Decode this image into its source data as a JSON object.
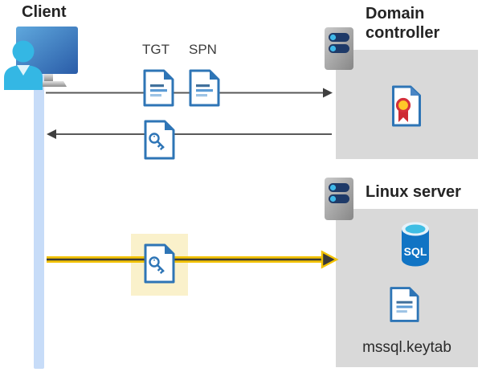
{
  "client": {
    "label": "Client"
  },
  "tgt": {
    "label": "TGT"
  },
  "spn": {
    "label": "SPN"
  },
  "domain_controller": {
    "line1": "Domain",
    "line2": "controller"
  },
  "linux_server": {
    "label": "Linux server"
  },
  "sql": {
    "label": "SQL"
  },
  "keytab": {
    "label": "mssql.keytab"
  },
  "icons": {
    "client": "user-at-computer-icon",
    "domain_controller": "server-tower-icon",
    "linux_server": "server-tower-icon",
    "tgt": "document-icon",
    "spn": "document-icon",
    "service_ticket": "key-document-icon",
    "certificate": "certificate-document-icon",
    "database": "sql-database-cylinder-icon",
    "keytab_file": "document-icon"
  },
  "arrows": {
    "request": "client-to-domain-controller",
    "response": "domain-controller-to-client",
    "connection": "client-to-linux-server-highlighted"
  },
  "colors": {
    "box_gray": "#d9d9d9",
    "doc_blue": "#2e75b6",
    "person_cyan": "#34b7e4",
    "lifeline_blue": "#c7dcf8",
    "arrow_gray": "#595959",
    "arrow_yellow": "#f3c200",
    "arrow_dark": "#3a3a3a",
    "highlight_cream": "#faf1cb",
    "cert_red": "#d5303a",
    "cert_yellow": "#ffc828",
    "sql_blue": "#1174c4"
  }
}
